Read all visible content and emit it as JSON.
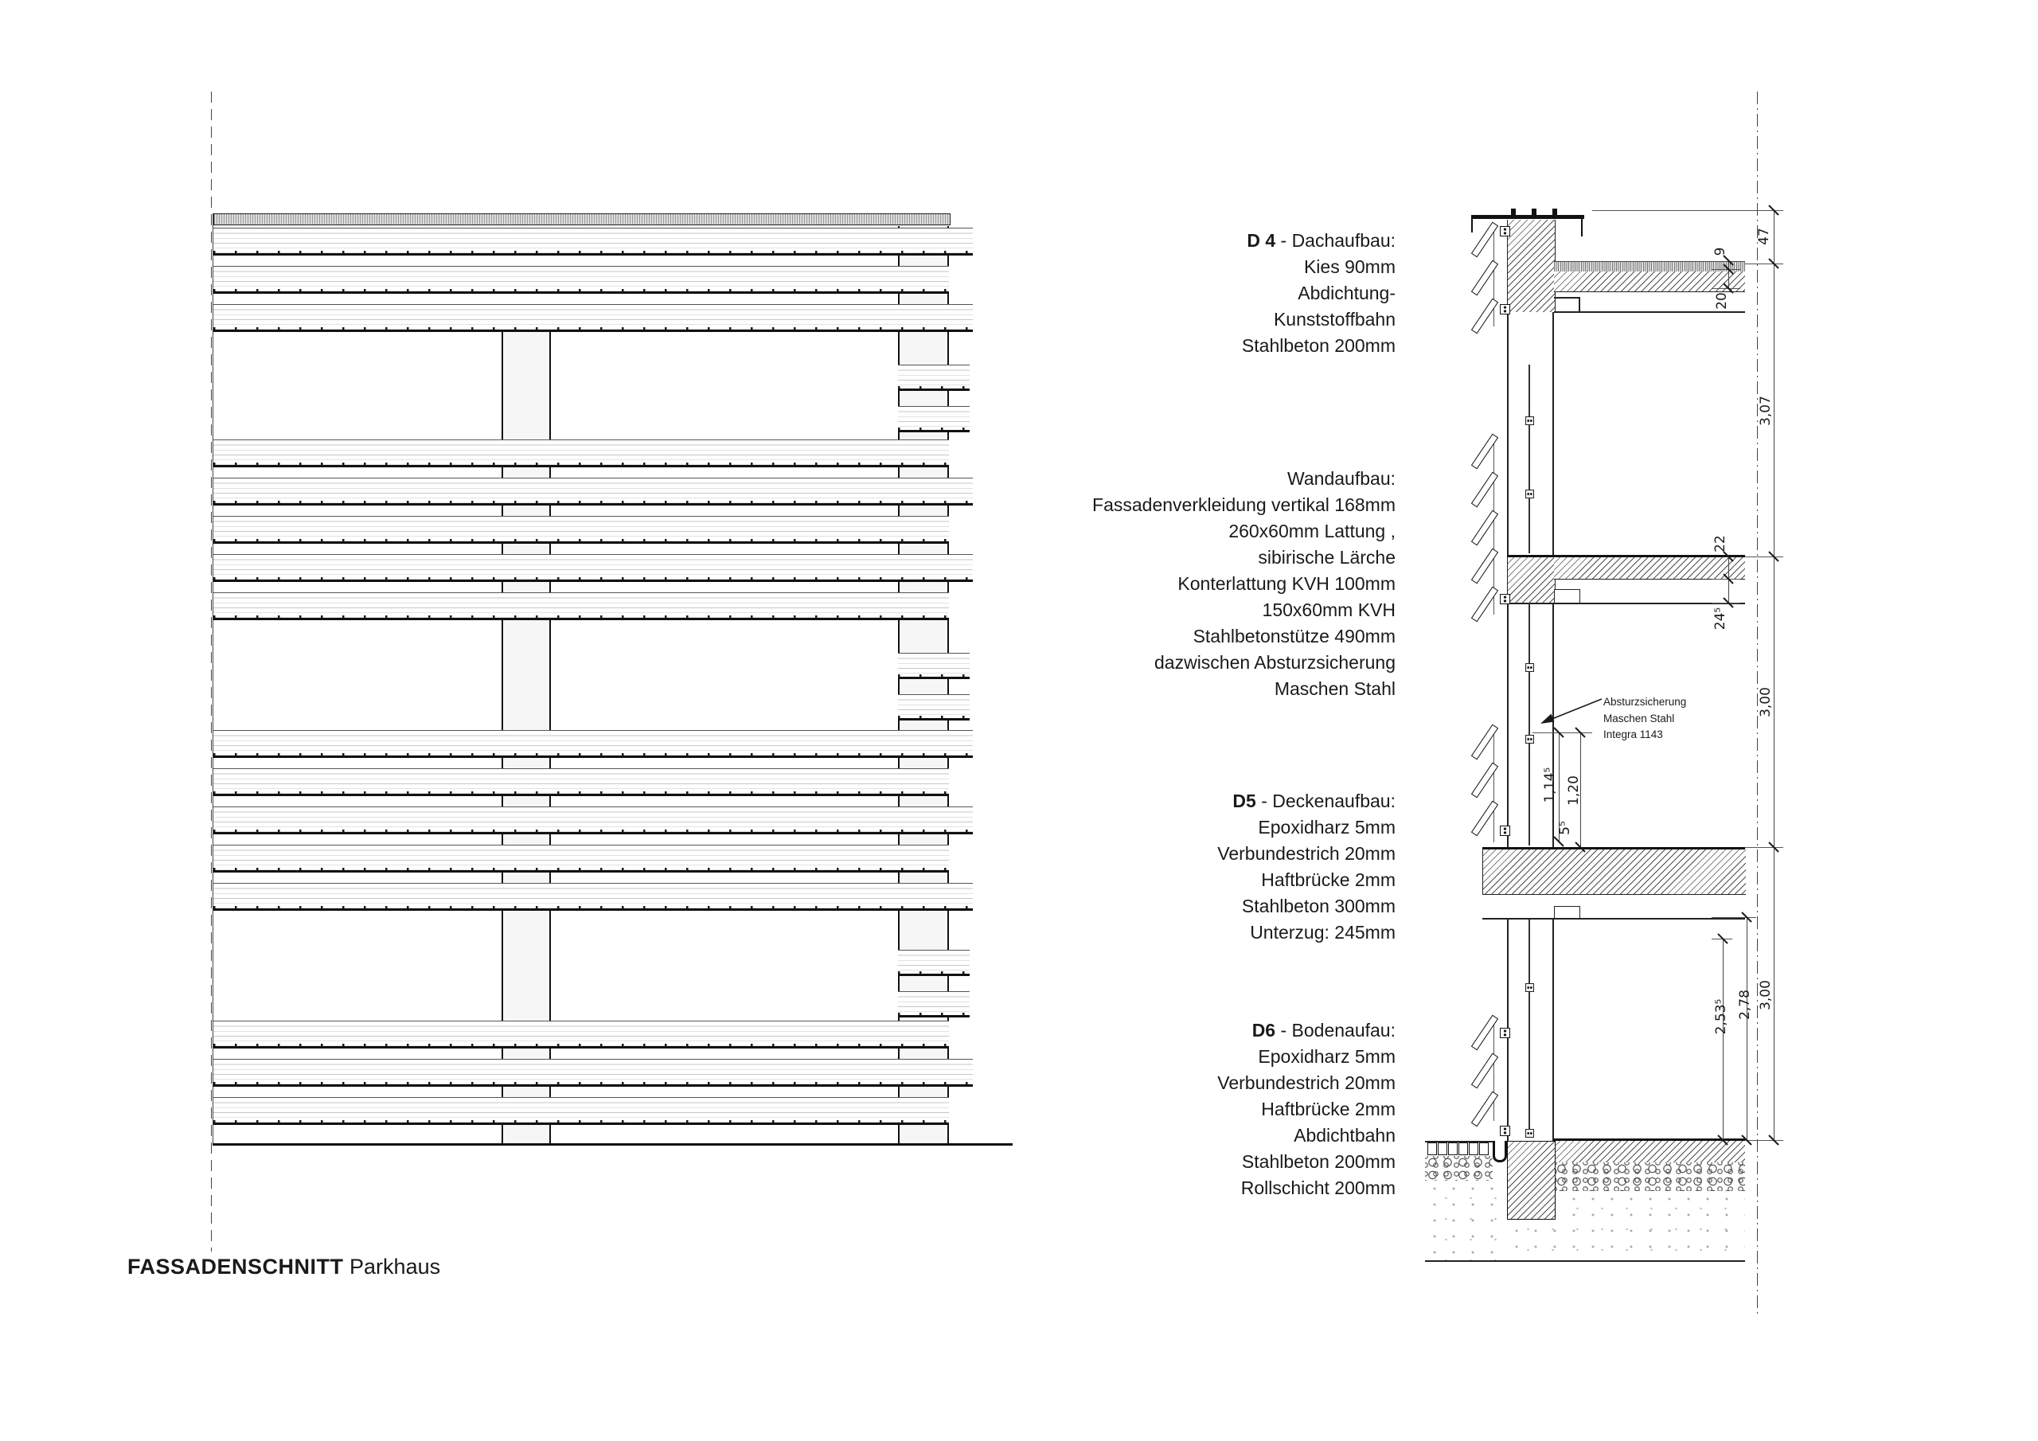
{
  "title": {
    "main": "FASSADENSCHNITT",
    "sub": "Parkhaus"
  },
  "annotations": {
    "roof": {
      "label_bold": "D 4",
      "label_rest": " - Dachaufbau:",
      "lines": [
        "Kies 90mm",
        "Abdichtung-",
        "Kunststoffbahn",
        "Stahlbeton 200mm"
      ]
    },
    "wall": {
      "label_bold": "",
      "label_rest": "Wandaufbau:",
      "lines": [
        "Fassadenverkleidung vertikal 168mm",
        "260x60mm Lattung ,",
        "sibirische Lärche",
        "Konterlattung KVH 100mm",
        "150x60mm KVH",
        "Stahlbetonstütze 490mm",
        "dazwischen Absturzsicherung",
        "Maschen Stahl"
      ]
    },
    "ceiling": {
      "label_bold": "D5",
      "label_rest": " - Deckenaufbau:",
      "lines": [
        "Epoxidharz 5mm",
        "Verbundestrich 20mm",
        "Haftbrücke 2mm",
        "Stahlbeton 300mm",
        "Unterzug: 245mm"
      ]
    },
    "floor": {
      "label_bold": "D6",
      "label_rest": " - Bodenaufau:",
      "lines": [
        "Epoxidharz 5mm",
        "Verbundestrich 20mm",
        "Haftbrücke 2mm",
        "Abdichtbahn",
        "Stahlbeton 200mm",
        "Rollschicht 200mm"
      ]
    }
  },
  "callout": {
    "lines": [
      "Absturzsicherung",
      "Maschen Stahl",
      "Integra 1143"
    ]
  },
  "dimensions": {
    "roof_height": "47",
    "gravel": "9",
    "roof_slab": "20",
    "storey_top": "3,07",
    "slab1": "22",
    "beam1": "24⁵",
    "storey_mid": "3,00",
    "mesh_h1": "1,14⁵",
    "mesh_h2": "1,20",
    "mesh_offset": "5⁵",
    "clear_1": "2,53⁵",
    "clear_2": "2,78",
    "storey_ground": "3,00"
  },
  "colors": {
    "line": "#1a1a1a",
    "hatch": "#4f4f4f",
    "fill_light": "#f6f6f6"
  }
}
